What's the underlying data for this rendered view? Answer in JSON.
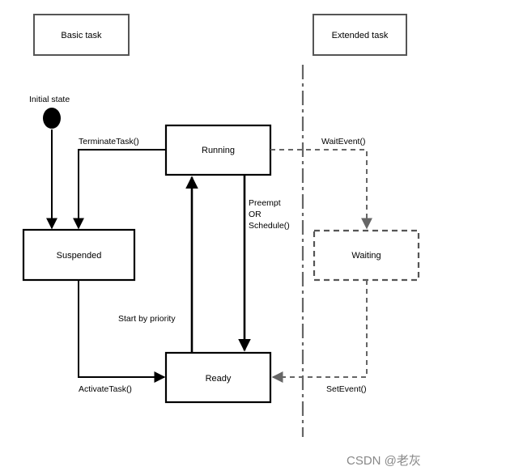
{
  "diagram": {
    "headers": {
      "basic": "Basic task",
      "extended": "Extended task"
    },
    "initial_state_label": "Initial state",
    "states": {
      "running": "Running",
      "suspended": "Suspended",
      "ready": "Ready",
      "waiting": "Waiting"
    },
    "transitions": {
      "terminate": "TerminateTask()",
      "activate": "ActivateTask()",
      "start_by_priority": "Start by priority",
      "preempt_line1": "Preempt",
      "preempt_line2": "OR",
      "preempt_line3": "Schedule()",
      "wait_event": "WaitEvent()",
      "set_event": "SetEvent()"
    }
  },
  "watermark": "CSDN @老灰",
  "colors": {
    "solid": "#000000",
    "dashed": "#666666",
    "watermark": "#888888"
  }
}
